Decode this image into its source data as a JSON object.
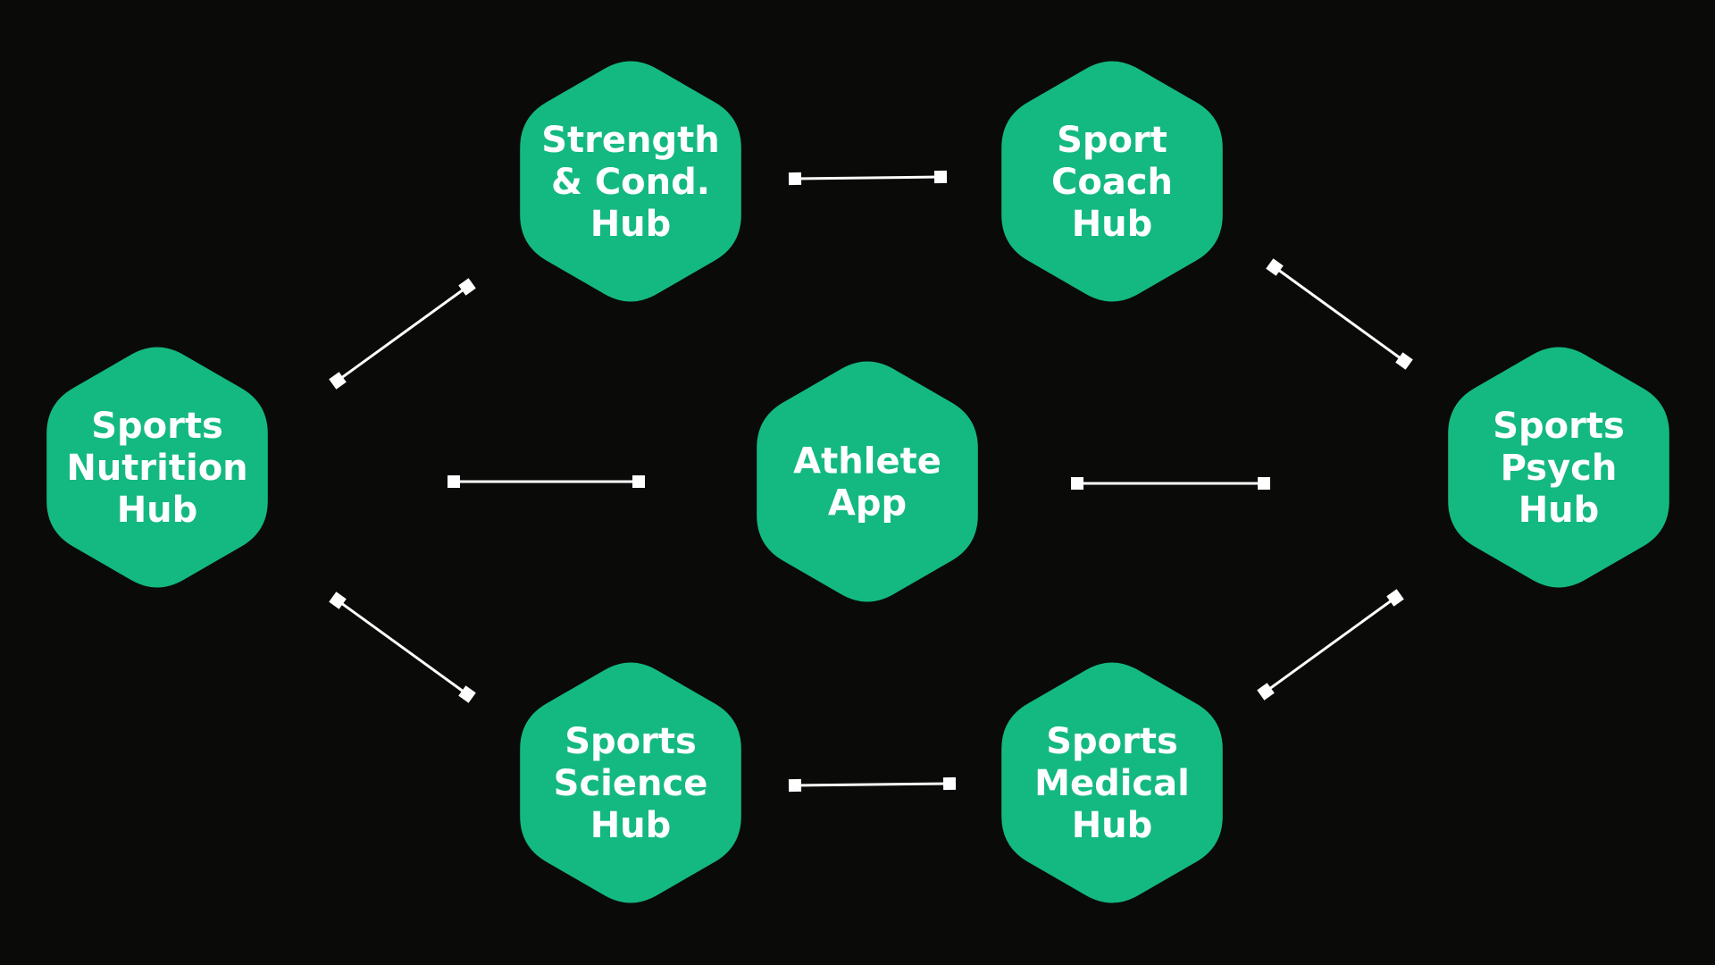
{
  "diagram": {
    "colors": {
      "background": "#0a0a09",
      "hexagon": "#14b981",
      "text": "#ffffff",
      "connector": "#ffffff"
    },
    "nodes": [
      {
        "id": "strength",
        "lines": [
          "Strength",
          "& Cond.",
          "Hub"
        ]
      },
      {
        "id": "coach",
        "lines": [
          "Sport",
          "Coach",
          "Hub"
        ]
      },
      {
        "id": "nutrition",
        "lines": [
          "Sports",
          "Nutrition",
          "Hub"
        ]
      },
      {
        "id": "athlete",
        "lines": [
          "Athlete",
          "App"
        ]
      },
      {
        "id": "psych",
        "lines": [
          "Sports",
          "Psych",
          "Hub"
        ]
      },
      {
        "id": "science",
        "lines": [
          "Sports",
          "Science",
          "Hub"
        ]
      },
      {
        "id": "medical",
        "lines": [
          "Sports",
          "Medical",
          "Hub"
        ]
      }
    ],
    "connections": [
      {
        "from": "strength",
        "to": "coach"
      },
      {
        "from": "nutrition",
        "to": "strength"
      },
      {
        "from": "nutrition",
        "to": "athlete"
      },
      {
        "from": "athlete",
        "to": "psych"
      },
      {
        "from": "coach",
        "to": "psych"
      },
      {
        "from": "nutrition",
        "to": "science"
      },
      {
        "from": "science",
        "to": "medical"
      },
      {
        "from": "medical",
        "to": "psych"
      }
    ]
  }
}
